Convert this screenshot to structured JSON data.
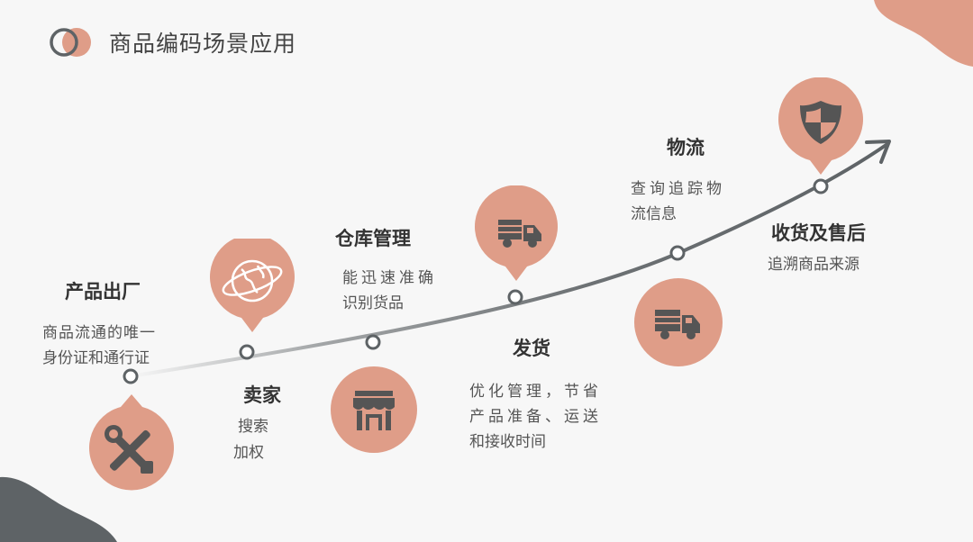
{
  "title": "商品编码场景应用",
  "colors": {
    "accent": "#df9d88",
    "icon": "#555555",
    "curve": "#5e6366",
    "node": "#5e6366"
  },
  "stages": [
    {
      "heading": "产品出厂",
      "desc": [
        "商品流通的唯一",
        "身份证和通行证"
      ],
      "icon": "tools-icon"
    },
    {
      "heading": "卖家",
      "desc": [
        "搜索",
        "加权"
      ],
      "icon": "globe-icon"
    },
    {
      "heading": "仓库管理",
      "desc": [
        "能迅速准确",
        "识别货品"
      ],
      "icon": "store-icon"
    },
    {
      "heading": "发货",
      "desc": [
        "优化管理，节省",
        "产品准备、运送",
        "和接收时间"
      ],
      "icon": "truck-icon"
    },
    {
      "heading": "物流",
      "desc": [
        "查询追踪物",
        "流信息"
      ],
      "icon": "truck-icon"
    },
    {
      "heading": "收货及售后",
      "desc": [
        "追溯商品来源"
      ],
      "icon": "shield-icon"
    }
  ]
}
